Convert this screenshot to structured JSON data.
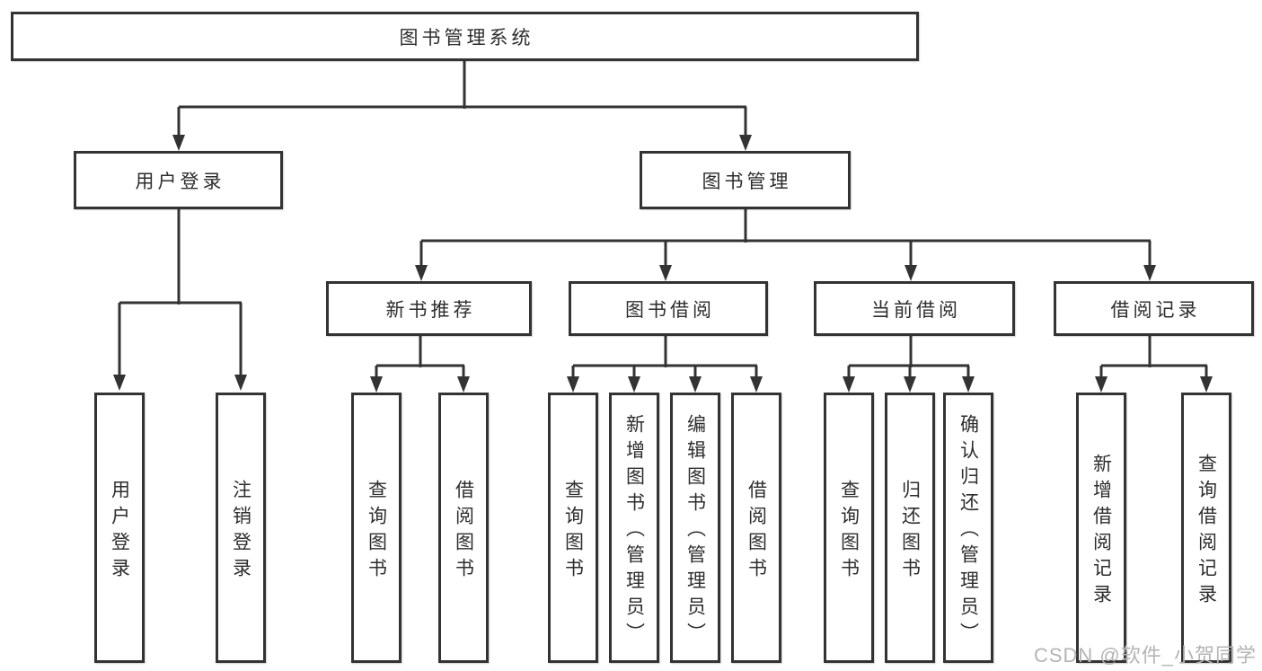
{
  "title": "图书管理系统",
  "watermark": "CSDN @软件_小贺同学",
  "nodes": {
    "root": "图书管理系统",
    "userLogin": "用户登录",
    "bookMgmt": "图书管理",
    "newRec": "新书推荐",
    "bookBorrow": "图书借阅",
    "currentBorrow": "当前借阅",
    "borrowRecord": "借阅记录",
    "leafUserLogin": "用户登录",
    "leafLogout": "注销登录",
    "leafQueryBook1": "查询图书",
    "leafBorrowBook1": "借阅图书",
    "leafQueryBook2": "查询图书",
    "leafAddBook": "新增图书（管理员）",
    "leafEditBook": "编辑图书（管理员）",
    "leafBorrowBook2": "借阅图书",
    "leafQueryBook3": "查询图书",
    "leafReturnBook": "归还图书",
    "leafConfirmReturn": "确认归还（管理员）",
    "leafAddRecord": "新增借阅记录",
    "leafQueryRecord": "查询借阅记录"
  },
  "hierarchy": {
    "label": "图书管理系统",
    "children": [
      {
        "label": "用户登录",
        "children": [
          {
            "label": "用户登录"
          },
          {
            "label": "注销登录"
          }
        ]
      },
      {
        "label": "图书管理",
        "children": [
          {
            "label": "新书推荐",
            "children": [
              {
                "label": "查询图书"
              },
              {
                "label": "借阅图书"
              }
            ]
          },
          {
            "label": "图书借阅",
            "children": [
              {
                "label": "查询图书"
              },
              {
                "label": "新增图书（管理员）"
              },
              {
                "label": "编辑图书（管理员）"
              },
              {
                "label": "借阅图书"
              }
            ]
          },
          {
            "label": "当前借阅",
            "children": [
              {
                "label": "查询图书"
              },
              {
                "label": "归还图书"
              },
              {
                "label": "确认归还（管理员）"
              }
            ]
          },
          {
            "label": "借阅记录",
            "children": [
              {
                "label": "新增借阅记录"
              },
              {
                "label": "查询借阅记录"
              }
            ]
          }
        ]
      }
    ]
  }
}
